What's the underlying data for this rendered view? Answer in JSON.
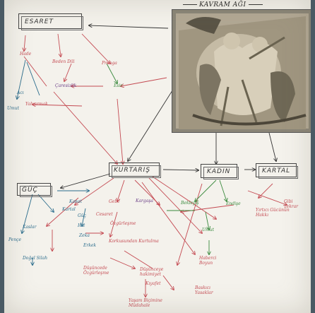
{
  "title": "KAVRAM AĞI",
  "nodes": {
    "esaret": "ESARET",
    "kurtaris": "KURTARIŞ",
    "kadin": "KADIN",
    "kartal": "KARTAL",
    "guc": "GÜÇ"
  },
  "labels": {
    "hade": "Hade",
    "beden_dili": "Beden Dili",
    "pranga": "Pranga",
    "aci": "Acı",
    "umut_top": "Umut",
    "yalvarmak": "Yalvarmak",
    "caresizlik": "Çaresizlik",
    "esir": "Esir",
    "kanat": "Kanat",
    "kartal": "Kartal",
    "kaslar": "Kaslar",
    "pence": "Pençe",
    "dogal_silah": "Doğal Silah",
    "guc_small": "Güç",
    "hiz": "Hız",
    "zeka": "Zeka",
    "erkek": "Erkek",
    "cesaret": "Cesaret",
    "ozgurlesme": "Özgürleşme",
    "korkusundan": "Korkusundan Kurtulma",
    "gebe": "Gebe",
    "kargasa": "Kargaşa",
    "bekleyis": "Bekleyiş",
    "endise": "Endişe",
    "umut_mid": "Umut",
    "haberci": "Haberci Boyun",
    "dusunce": "Düşüncede Özgürleşme",
    "dusunceye": "Düşünceye hakimiyet",
    "kiyafet": "Kıyafet",
    "yasam": "Yaşam Biçimine Müdahale",
    "baskici": "Baskıcı Yasaklar",
    "yirtici": "Yırtıcı Gücünün Hakkı",
    "gibi": "Gibi Tekrar"
  },
  "image": {
    "alt": "Relief sculpture"
  },
  "colors": {
    "red": "#c44a52",
    "green": "#3a8a3e",
    "blue": "#2a6c8c",
    "purple": "#6a3e86",
    "paper": "#f4f2ec",
    "border": "#4a5a64"
  }
}
